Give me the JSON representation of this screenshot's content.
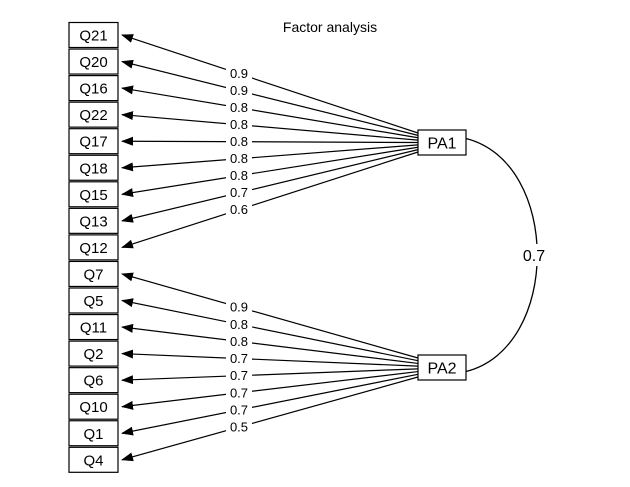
{
  "title": "Factor analysis",
  "factors": [
    {
      "id": "PA1",
      "label": "PA1"
    },
    {
      "id": "PA2",
      "label": "PA2"
    }
  ],
  "items": [
    {
      "label": "Q21",
      "factor": "PA1",
      "loading": "0.9"
    },
    {
      "label": "Q20",
      "factor": "PA1",
      "loading": "0.9"
    },
    {
      "label": "Q16",
      "factor": "PA1",
      "loading": "0.8"
    },
    {
      "label": "Q22",
      "factor": "PA1",
      "loading": "0.8"
    },
    {
      "label": "Q17",
      "factor": "PA1",
      "loading": "0.8"
    },
    {
      "label": "Q18",
      "factor": "PA1",
      "loading": "0.8"
    },
    {
      "label": "Q15",
      "factor": "PA1",
      "loading": "0.8"
    },
    {
      "label": "Q13",
      "factor": "PA1",
      "loading": "0.7"
    },
    {
      "label": "Q12",
      "factor": "PA1",
      "loading": "0.6"
    },
    {
      "label": "Q7",
      "factor": "PA2",
      "loading": "0.9"
    },
    {
      "label": "Q5",
      "factor": "PA2",
      "loading": "0.8"
    },
    {
      "label": "Q11",
      "factor": "PA2",
      "loading": "0.8"
    },
    {
      "label": "Q2",
      "factor": "PA2",
      "loading": "0.7"
    },
    {
      "label": "Q6",
      "factor": "PA2",
      "loading": "0.7"
    },
    {
      "label": "Q10",
      "factor": "PA2",
      "loading": "0.7"
    },
    {
      "label": "Q1",
      "factor": "PA2",
      "loading": "0.7"
    },
    {
      "label": "Q4",
      "factor": "PA2",
      "loading": "0.5"
    }
  ],
  "correlation": {
    "from": "PA1",
    "to": "PA2",
    "value": "0.7"
  }
}
